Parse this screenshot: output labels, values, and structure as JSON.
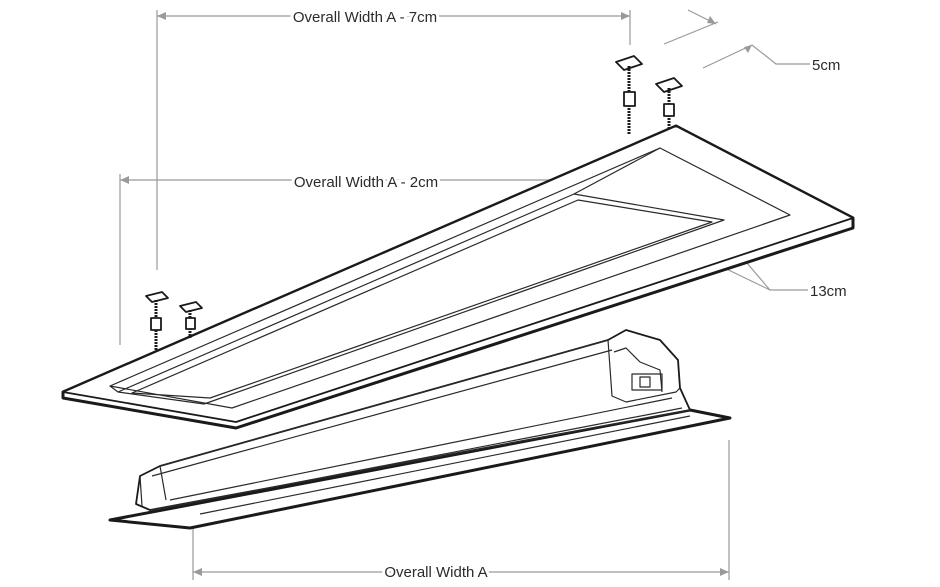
{
  "diagram": {
    "labels": {
      "overall_width_minus_7": "Overall Width A - 7cm",
      "overall_width_minus_2": "Overall Width A - 2cm",
      "dim_5cm": "5cm",
      "dim_13cm": "13cm",
      "overall_width": "Overall Width A"
    }
  }
}
